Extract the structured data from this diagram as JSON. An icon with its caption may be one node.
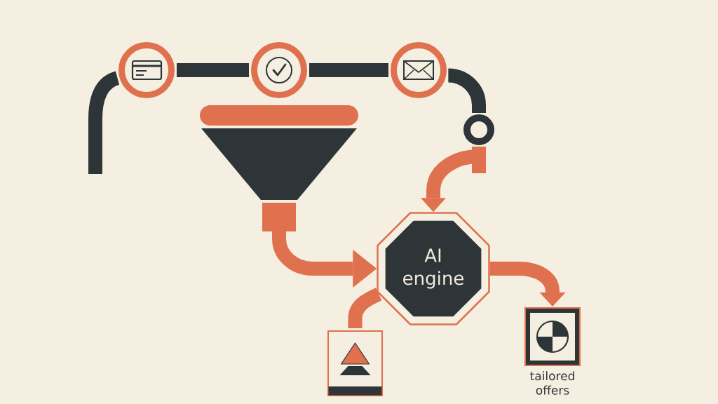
{
  "diagram": {
    "nodes": [
      {
        "text": [],
        "shape": "circle"
      },
      {
        "text": [],
        "shape": "circle"
      },
      {
        "text": [],
        "shape": "circle"
      },
      {
        "text": [],
        "shape": "circle"
      },
      {
        "text": [],
        "shape": "funnel"
      },
      {
        "text": [
          "AI engine"
        ]
      },
      {
        "text": [],
        "shape": "box"
      },
      {
        "text": [],
        "shape": "box",
        "beside": [
          "tailored offers"
        ]
      }
    ],
    "edges": [
      {
        "from": null,
        "to": 0,
        "arrow": "none"
      },
      {
        "from": 0,
        "to": 1,
        "arrow": "none"
      },
      {
        "from": 1,
        "to": 2,
        "arrow": "none"
      },
      {
        "from": 2,
        "to": 3,
        "arrow": "none"
      },
      {
        "from": 3,
        "to": 5,
        "arrow": "to",
        "color": "#e0714f"
      },
      {
        "from": 4,
        "to": 5,
        "arrow": "to",
        "color": "#e0714f"
      },
      {
        "from": 6,
        "to": 5,
        "arrow": "none",
        "color": "#e0714f"
      },
      {
        "from": 5,
        "to": 7,
        "arrow": "to",
        "color": "#e0714f"
      }
    ]
  }
}
